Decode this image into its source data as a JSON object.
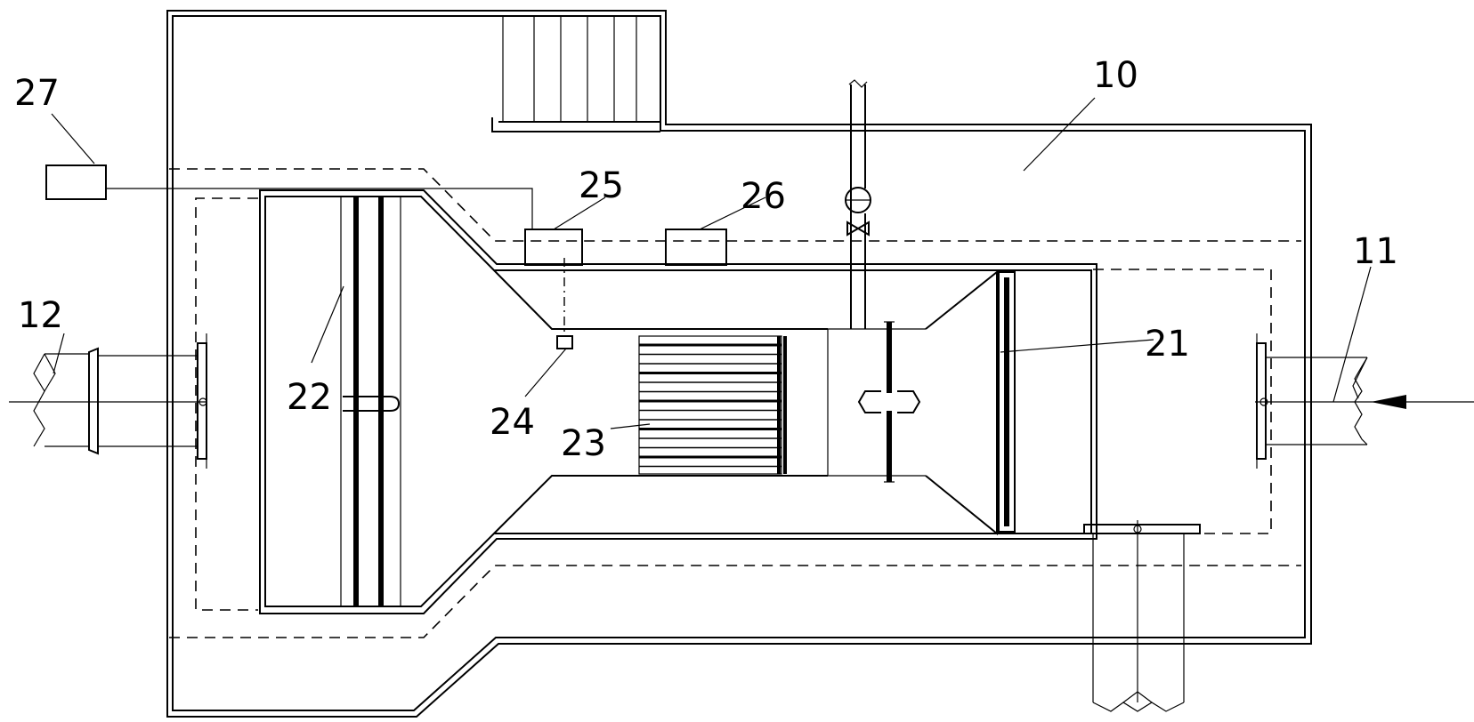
{
  "labels": {
    "housing": "10",
    "inlet_pipe": "11",
    "outlet_pipe": "12",
    "front_filter": "21",
    "rear_filter": "22",
    "heat_exchanger": "23",
    "sensor": "24",
    "module_a": "25",
    "module_b": "26",
    "controller": "27"
  }
}
